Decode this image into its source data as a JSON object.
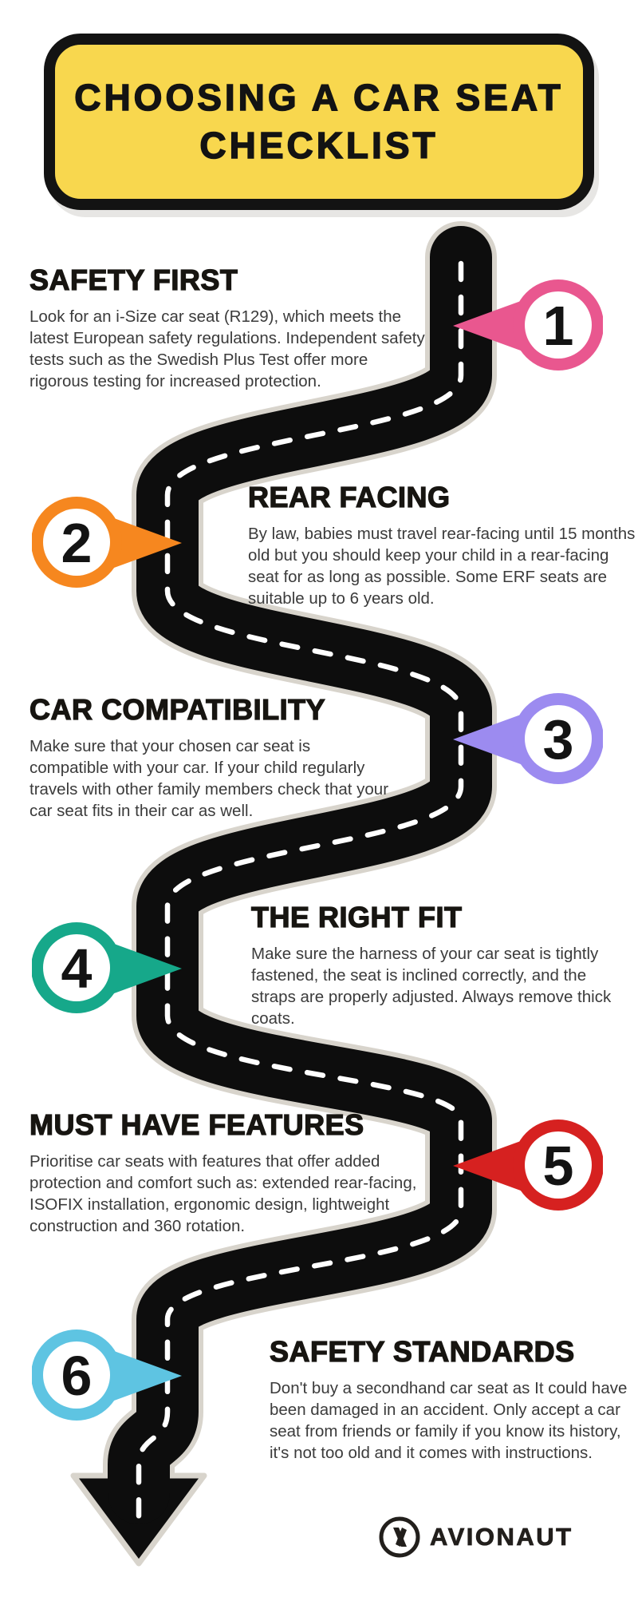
{
  "title": {
    "line1": "CHOOSING A CAR SEAT",
    "line2": "CHECKLIST"
  },
  "sections": [
    {
      "number": "1",
      "heading": "SAFETY FIRST",
      "body": "Look for an i-Size car seat (R129), which meets the latest European safety regulations. Independent safety tests such as the Swedish Plus Test offer more rigorous testing for increased protection.",
      "pin_color": "#e9578f",
      "side": "right"
    },
    {
      "number": "2",
      "heading": "REAR FACING",
      "body": "By law, babies must travel rear-facing until 15 months old but you should keep your child in a rear-facing seat for as long as possible. Some ERF seats are suitable up to 6 years old.",
      "pin_color": "#f6871f",
      "side": "left"
    },
    {
      "number": "3",
      "heading": "CAR COMPATIBILITY",
      "body": "Make sure that your chosen car seat is compatible with your car. If your child regularly travels with other family members check that your car seat fits in their car as well.",
      "pin_color": "#9c8bf0",
      "side": "right"
    },
    {
      "number": "4",
      "heading": "THE RIGHT FIT",
      "body": "Make sure the harness of your car seat is tightly fastened, the seat is inclined correctly, and the straps are properly adjusted. Always remove thick coats.",
      "pin_color": "#16a88a",
      "side": "left"
    },
    {
      "number": "5",
      "heading": "MUST HAVE FEATURES",
      "body": "Prioritise car seats with features that offer added protection and comfort such as: extended rear-facing, ISOFIX installation, ergonomic design, lightweight construction and 360 rotation.",
      "pin_color": "#d62120",
      "side": "right"
    },
    {
      "number": "6",
      "heading": "SAFETY STANDARDS",
      "body": "Don't buy a secondhand car seat as It could have been damaged in an accident. Only accept a car seat from friends or family if you know its history, it's not too old and it comes with instructions.",
      "pin_color": "#5ec4e2",
      "side": "left"
    }
  ],
  "road": {
    "asphalt": "#0d0d0d",
    "outline": "#d8d4cc",
    "dash": "#ffffff"
  },
  "banner": {
    "background": "#f8d74e",
    "border": "#131313"
  },
  "footer": {
    "brand": "AVIONAUT"
  }
}
